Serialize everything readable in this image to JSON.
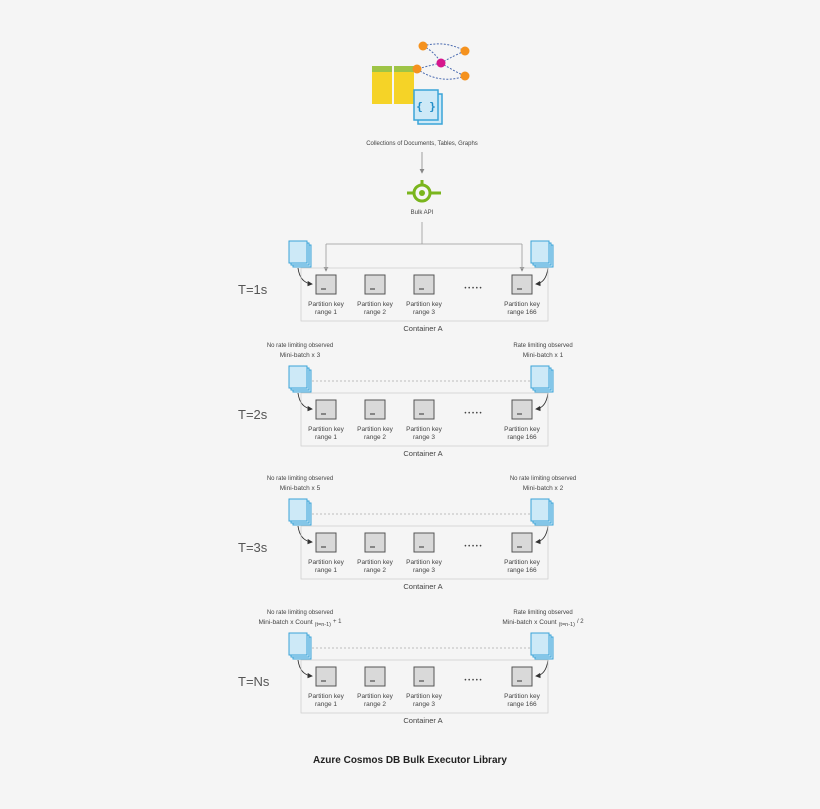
{
  "header": {
    "collections_label": "Collections of Documents, Tables, Graphs",
    "bulk_api_label": "Bulk API"
  },
  "rows": [
    {
      "time_label": "T=1s",
      "container_label": "Container A",
      "left_note": "",
      "left_batch": "",
      "left_sub": "",
      "left_suffix": "",
      "right_note": "",
      "right_batch": "",
      "right_sub": "",
      "right_suffix": ""
    },
    {
      "time_label": "T=2s",
      "container_label": "Container A",
      "left_note": "No rate limiting observed",
      "left_batch": "Mini-batch x 3",
      "left_sub": "",
      "left_suffix": "",
      "right_note": "Rate limiting observed",
      "right_batch": "Mini-batch x 1",
      "right_sub": "",
      "right_suffix": ""
    },
    {
      "time_label": "T=3s",
      "container_label": "Container A",
      "left_note": "No rate limiting observed",
      "left_batch": "Mini-batch x 5",
      "left_sub": "",
      "left_suffix": "",
      "right_note": "No rate limiting observed",
      "right_batch": "Mini-batch x 2",
      "right_sub": "",
      "right_suffix": ""
    },
    {
      "time_label": "T=Ns",
      "container_label": "Container A",
      "left_note": "No rate limiting observed",
      "left_batch": "Mini-batch x Count",
      "left_sub": "(t=n-1)",
      "left_suffix": "+ 1",
      "right_note": "Rate limiting observed",
      "right_batch": "Mini-batch x Count",
      "right_sub": "(t=n-1)",
      "right_suffix": "/ 2"
    }
  ],
  "partitions": [
    {
      "line1": "Partition key",
      "line2": "range 1"
    },
    {
      "line1": "Partition key",
      "line2": "range 2"
    },
    {
      "line1": "Partition key",
      "line2": "range 3"
    },
    {
      "line1": "Partition key",
      "line2": "range 166"
    }
  ],
  "ellipsis": "• • • • •",
  "footer": {
    "caption": "Azure Cosmos DB Bulk Executor Library"
  },
  "colors": {
    "doc_fill": "#cde9f7",
    "doc_stroke": "#3aa4d8",
    "table_yellow": "#f5d327",
    "table_green": "#9ec446",
    "graph_orange": "#f5921e",
    "graph_magenta": "#d6168c",
    "api_green": "#7ab51d",
    "box_fill": "#d9d9d9"
  }
}
